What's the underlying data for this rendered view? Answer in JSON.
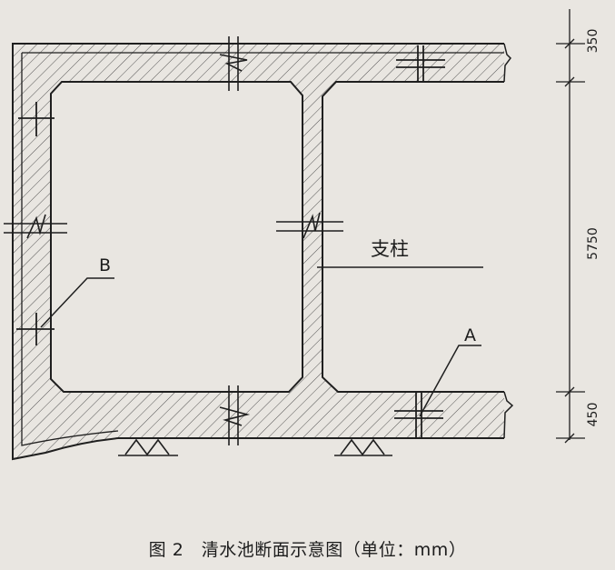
{
  "labels": {
    "column": "支柱",
    "point_a": "A",
    "point_b": "B"
  },
  "dimensions": {
    "top_slab": "350",
    "wall_height": "5750",
    "bottom_slab": "450"
  },
  "caption": "图 2　清水池断面示意图（单位：mm）",
  "colors": {
    "line": "#1f1f1f",
    "background": "#e9e6e1"
  }
}
